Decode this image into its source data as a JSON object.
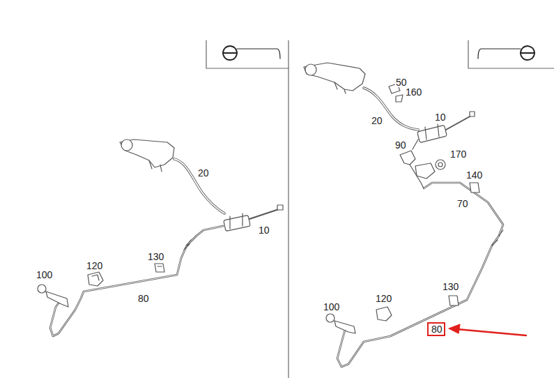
{
  "diagram": {
    "nodes": [
      {
        "text": [
          "80"
        ]
      }
    ],
    "labels": [
      "20",
      "10",
      "130",
      "120",
      "100",
      "80",
      "50",
      "160",
      "20",
      "10",
      "90",
      "170",
      "140",
      "70",
      "130",
      "120",
      "100"
    ]
  }
}
